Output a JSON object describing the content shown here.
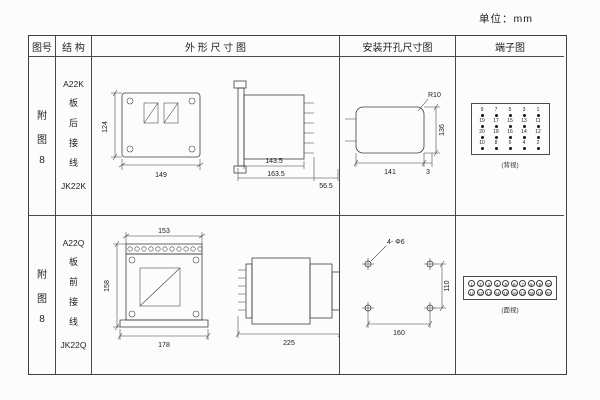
{
  "unit_label": "单位：mm",
  "headers": {
    "fig": "图号",
    "structure": "结 构",
    "outline": "外 形 尺 寸 图",
    "mounting": "安装开孔尺寸图",
    "terminal": "端子图"
  },
  "row1": {
    "fig": [
      "附",
      "图",
      "8"
    ],
    "model_top": "A22K",
    "chars": [
      "板",
      "后",
      "接",
      "线"
    ],
    "model_bottom": "JK22K",
    "dims": {
      "h": "124",
      "w": "149",
      "l1": "143.5",
      "l2": "163.5",
      "l3": "56.5"
    },
    "mount": {
      "r": "R10",
      "h": "136",
      "w": "141",
      "gap": "3"
    },
    "terminal": {
      "r0": [
        "9",
        "7",
        "5",
        "3",
        "1"
      ],
      "r1": [
        "19",
        "17",
        "15",
        "13",
        "11"
      ],
      "r2": [
        "20",
        "18",
        "16",
        "14",
        "12"
      ],
      "r3": [
        "10",
        "8",
        "6",
        "4",
        "2"
      ],
      "label": "(背视)"
    }
  },
  "row2": {
    "fig": [
      "附",
      "图",
      "8"
    ],
    "model_top": "A22Q",
    "chars": [
      "板",
      "前",
      "接",
      "线"
    ],
    "model_bottom": "JK22Q",
    "dims": {
      "top_w": "153",
      "h": "158",
      "bottom_w": "178",
      "side_l": "225"
    },
    "mount": {
      "holes": "4- Φ6",
      "h": "110",
      "w": "160"
    },
    "terminal": {
      "top": [
        "1",
        "2",
        "3",
        "4",
        "5",
        "6",
        "7",
        "8",
        "9",
        "10"
      ],
      "bottom": [
        "11",
        "12",
        "13",
        "14",
        "15",
        "16",
        "17",
        "18",
        "19",
        "20"
      ],
      "label": "(面视)"
    }
  }
}
